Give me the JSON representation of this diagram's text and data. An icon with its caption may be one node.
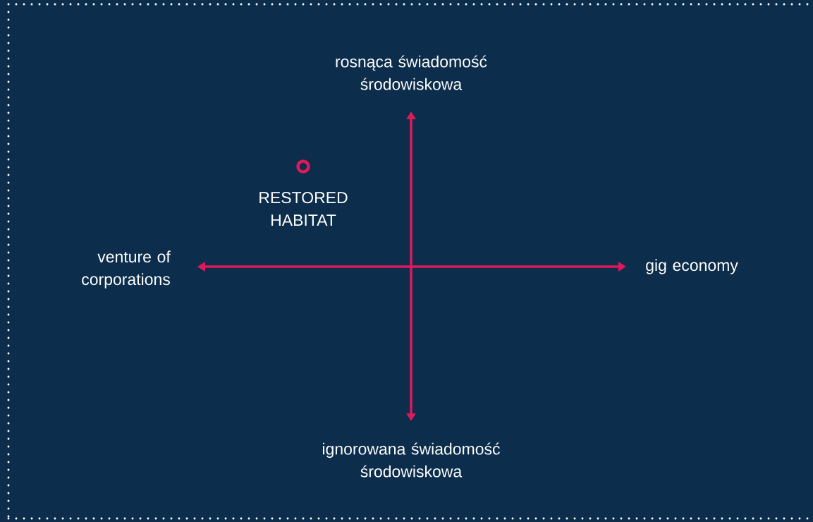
{
  "diagram": {
    "labels": [
      "rosnąca świadomość środowiskowa",
      "RESTORED HABITAT",
      "venture of corporations",
      "gig economy",
      "ignorowana świadomość środowiskowa"
    ]
  }
}
